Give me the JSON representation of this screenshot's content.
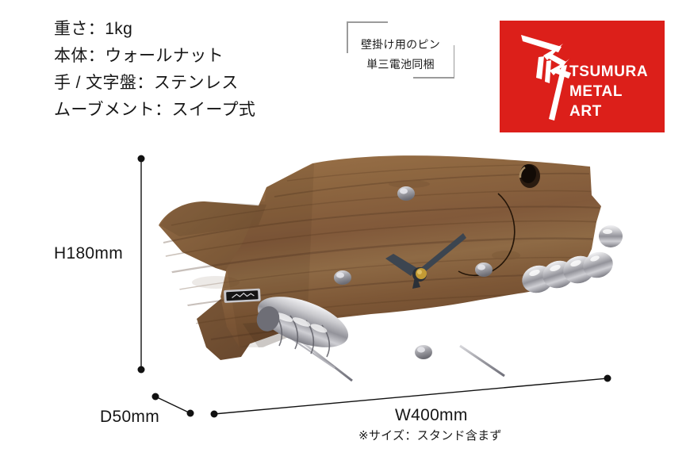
{
  "spec": {
    "lines": [
      "重さ：1kg",
      "本体：ウォールナット",
      "手 / 文字盤：ステンレス",
      "ムーブメント：スイープ式"
    ]
  },
  "annotation": {
    "lines": [
      "壁掛け用のピン",
      "単三電池同梱"
    ]
  },
  "logo": {
    "background_color": "#DC1F1A",
    "mark_name": "tsumura-brush-mark",
    "text_lines": [
      "TSUMURA",
      "METAL",
      "ART"
    ]
  },
  "product": {
    "name": "fish-shaped-walnut-wall-clock",
    "wood_color": "#8a6340",
    "metal_color": "#b9b9bb",
    "parts": [
      "tail-fin",
      "dorsal-fin",
      "body",
      "eye-hole",
      "clock-hour-hand",
      "clock-minute-hand",
      "clock-center-hub",
      "hour-marker-stud",
      "metal-gill-beads",
      "metal-pectoral-coil",
      "nameplate-badge",
      "wire-stand-leg"
    ]
  },
  "dimensions": {
    "height": "H180mm",
    "depth": "D50mm",
    "width": "W400mm",
    "note": "※サイズ：スタンド含まず"
  }
}
